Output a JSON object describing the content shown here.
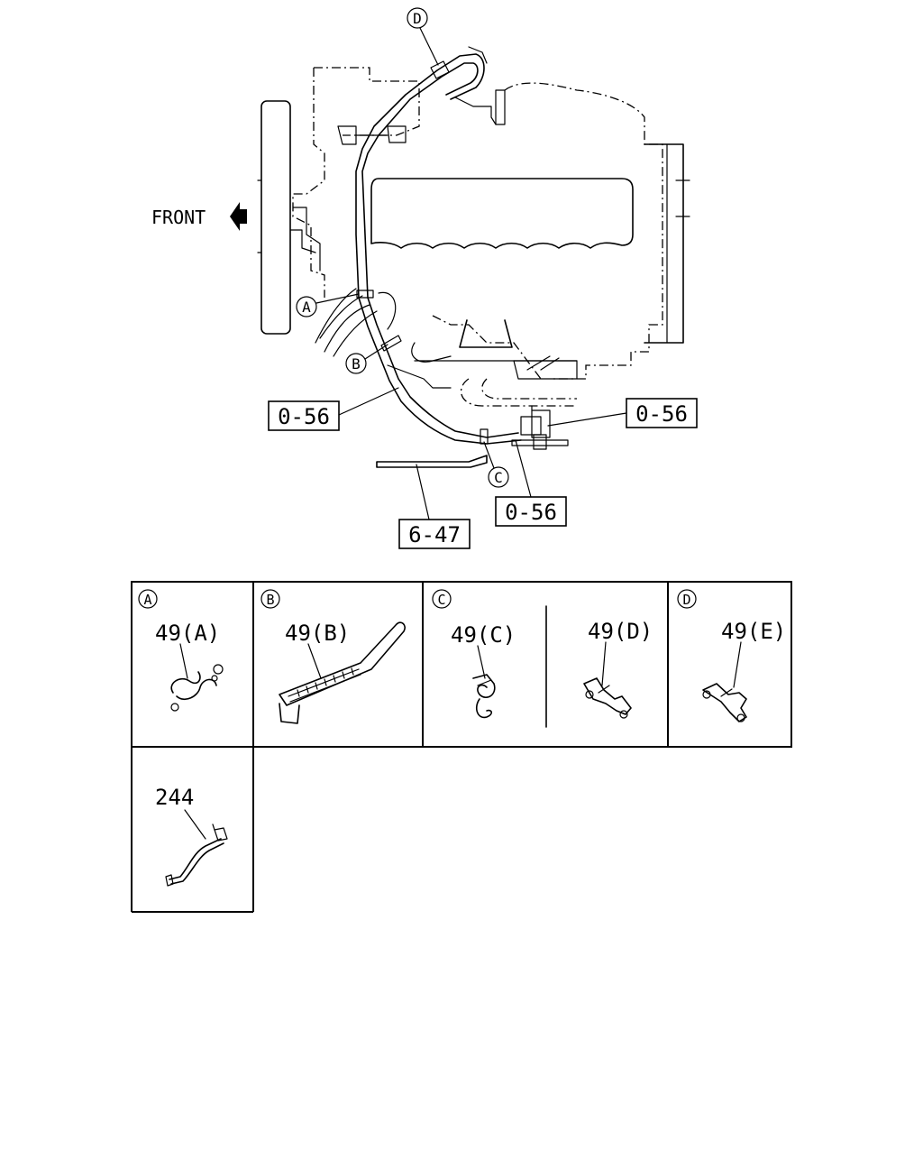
{
  "diagram": {
    "front_label": "FRONT",
    "callouts": {
      "a": "A",
      "b": "B",
      "c": "C",
      "d": "D"
    },
    "ref_boxes": {
      "left": "0-56",
      "right": "0-56",
      "bottom": "0-56",
      "bracket": "6-47"
    }
  },
  "details": {
    "panel_a": {
      "letter": "A",
      "parts": [
        "49(A)"
      ]
    },
    "panel_b": {
      "letter": "B",
      "parts": [
        "49(B)"
      ]
    },
    "panel_c": {
      "letter": "C",
      "parts": [
        "49(C)",
        "49(D)"
      ]
    },
    "panel_d": {
      "letter": "D",
      "parts": [
        "49(E)"
      ]
    },
    "panel_harness": {
      "parts": [
        "244"
      ]
    }
  }
}
